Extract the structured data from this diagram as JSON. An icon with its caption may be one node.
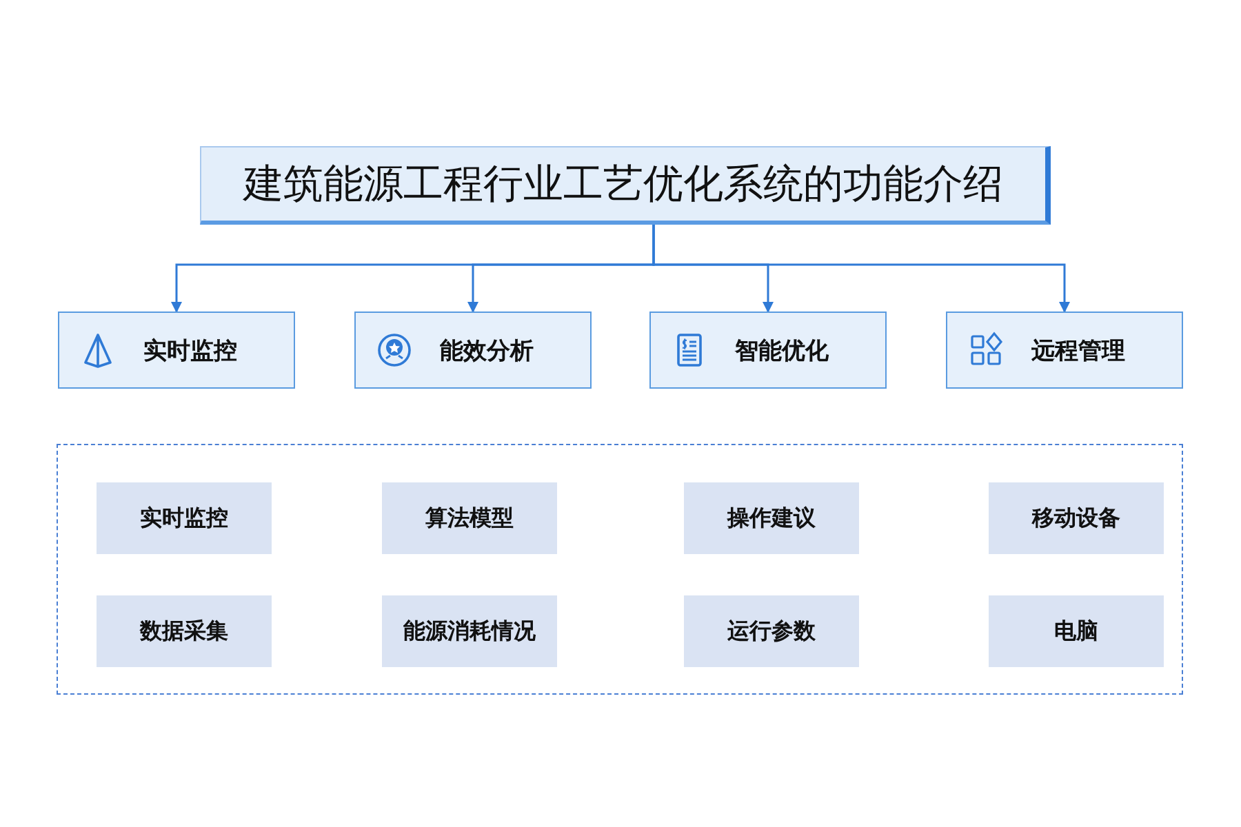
{
  "diagram": {
    "nodes": [
      {
        "text": [
          "建筑能源工程行业工艺优化系统的功能介绍"
        ]
      },
      {
        "text": [
          "实时监控"
        ]
      },
      {
        "text": [
          "能效分析"
        ]
      },
      {
        "text": [
          "智能优化"
        ]
      },
      {
        "text": [
          "远程管理"
        ]
      },
      {
        "text": [],
        "shape": "box"
      },
      {
        "text": [
          "实时监控"
        ],
        "in": 5
      },
      {
        "text": [
          "算法模型"
        ],
        "in": 5
      },
      {
        "text": [
          "操作建议"
        ],
        "in": 5
      },
      {
        "text": [
          "移动设备"
        ],
        "in": 5
      },
      {
        "text": [
          "数据采集"
        ],
        "in": 5
      },
      {
        "text": [
          "能源消耗情况"
        ],
        "in": 5
      },
      {
        "text": [
          "运行参数"
        ],
        "in": 5
      },
      {
        "text": [
          "电脑"
        ],
        "in": 5
      }
    ],
    "edges": [
      {
        "from": 0,
        "to": 1,
        "arrow": "to"
      },
      {
        "from": 0,
        "to": 2,
        "arrow": "to"
      },
      {
        "from": 0,
        "to": 3,
        "arrow": "to"
      },
      {
        "from": 0,
        "to": 4,
        "arrow": "to"
      }
    ]
  }
}
